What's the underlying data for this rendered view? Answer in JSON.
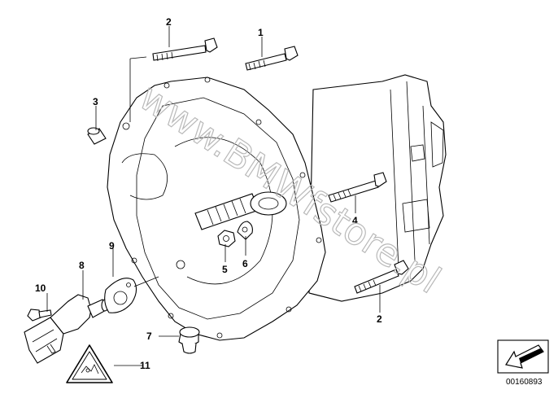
{
  "diagram": {
    "callouts": [
      {
        "id": "c1",
        "label": "1"
      },
      {
        "id": "c2a",
        "label": "2"
      },
      {
        "id": "c2b",
        "label": "2"
      },
      {
        "id": "c3",
        "label": "3"
      },
      {
        "id": "c4",
        "label": "4"
      },
      {
        "id": "c5",
        "label": "5"
      },
      {
        "id": "c6",
        "label": "6"
      },
      {
        "id": "c7",
        "label": "7"
      },
      {
        "id": "c8",
        "label": "8"
      },
      {
        "id": "c9",
        "label": "9"
      },
      {
        "id": "c10",
        "label": "10"
      },
      {
        "id": "c11",
        "label": "11"
      }
    ],
    "watermark": "www.BMWfstore.pl",
    "reference_number": "00160893"
  }
}
